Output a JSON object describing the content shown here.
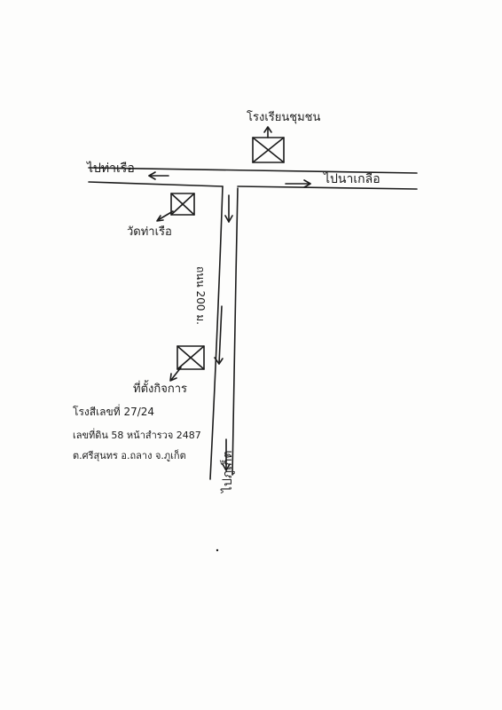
{
  "labels": {
    "top_landmark": "โรงเรียนชุมชน",
    "left_direction": "ไปท่าเรือ",
    "right_direction": "ไปนาเกลือ",
    "temple": "วัดท่าเรือ",
    "school": "ที่ตั้งกิจการ",
    "address_line1": "โรงสีเลขที่ 27/24",
    "address_line2": "เลขที่ดิน 58 หน้าสำรวจ 2487",
    "address_line3": "ต.ศรีสุนทร อ.ถลาง จ.ภูเก็ต",
    "road_name": "ถนน 200 ม.",
    "south_direction": "ไปภูเก็ต"
  },
  "colors": {
    "ink": "#1c1c1c",
    "paper": "#fdfdfc"
  }
}
